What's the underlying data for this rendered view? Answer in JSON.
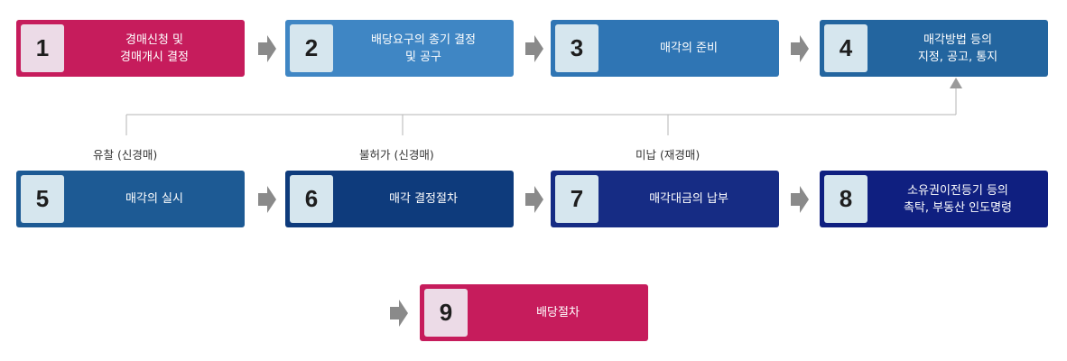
{
  "steps": [
    {
      "num": "1",
      "label": "경매신청 및\n경매개시 결정",
      "color": "#c61c5c"
    },
    {
      "num": "2",
      "label": "배당요구의 종기 결정\n및 공구",
      "color": "#3f86c4"
    },
    {
      "num": "3",
      "label": "매각의 준비",
      "color": "#2f75b4"
    },
    {
      "num": "4",
      "label": "매각방법 등의\n지정, 공고, 통지",
      "color": "#23659f"
    },
    {
      "num": "5",
      "label": "매각의 실시",
      "color": "#1d5a94"
    },
    {
      "num": "6",
      "label": "매각 결정절차",
      "color": "#0e3b7c"
    },
    {
      "num": "7",
      "label": "매각대금의 납부",
      "color": "#162c84"
    },
    {
      "num": "8",
      "label": "소유권이전등기 등의\n촉탁, 부동산 인도명령",
      "color": "#0f1f80"
    },
    {
      "num": "9",
      "label": "배당절차",
      "color": "#c61c5c"
    }
  ],
  "notes": {
    "fail": "유찰 (신경매)",
    "disallow": "불허가 (신경매)",
    "unpaid": "미납 (재경매)"
  }
}
